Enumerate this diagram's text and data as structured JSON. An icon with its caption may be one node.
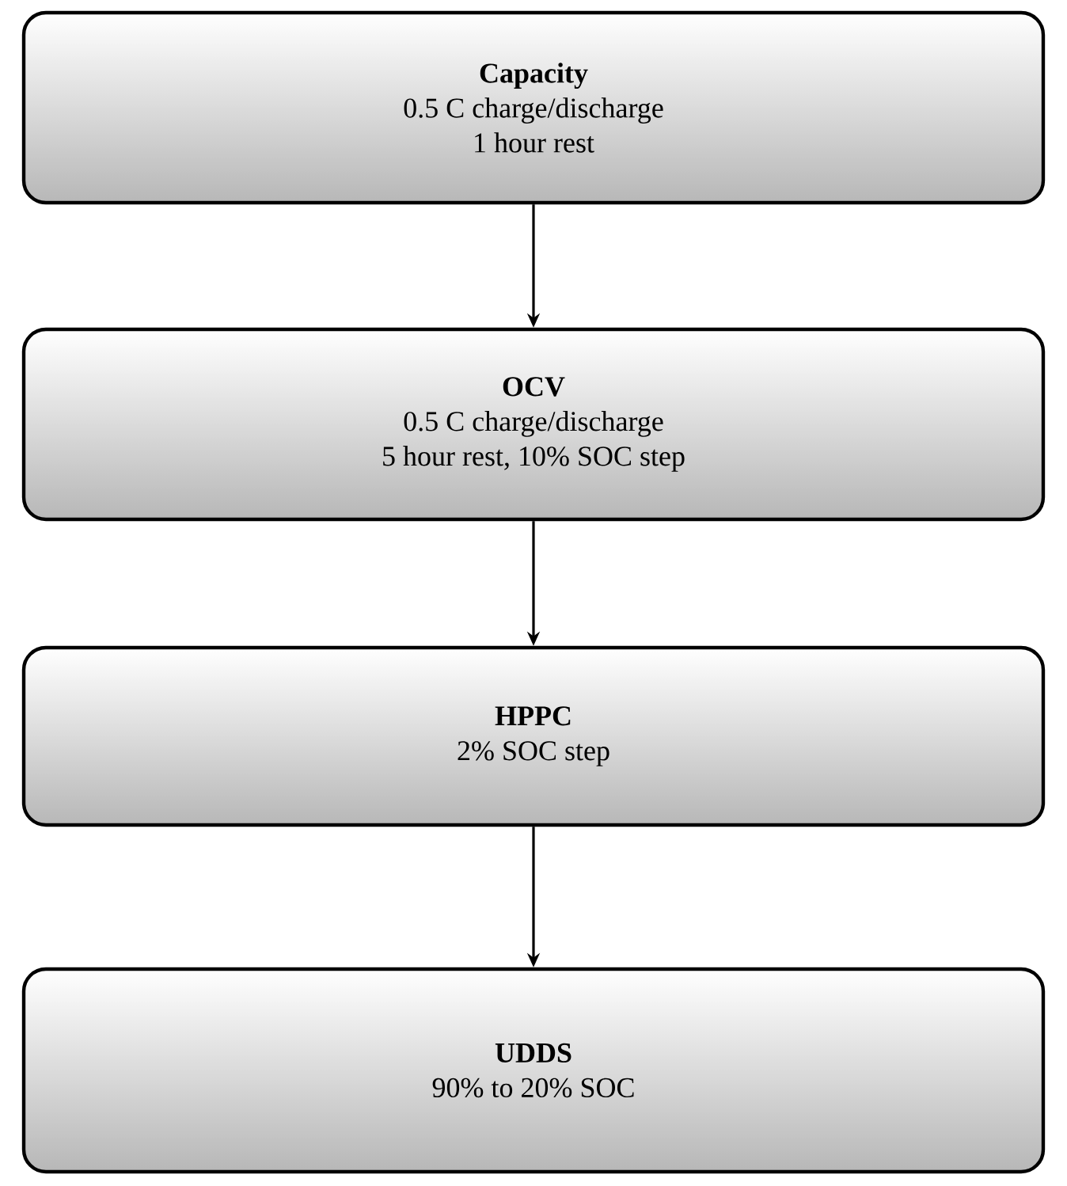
{
  "diagram": {
    "nodes": [
      {
        "text": [
          "Capacity",
          "0.5 C charge/discharge",
          "1 hour rest"
        ]
      },
      {
        "text": [
          "OCV",
          "0.5 C charge/discharge",
          "5 hour rest, 10% SOC step"
        ]
      },
      {
        "text": [
          "HPPC",
          "2% SOC step"
        ]
      },
      {
        "text": [
          "UDDS",
          "90% to 20% SOC"
        ]
      }
    ],
    "edges": [
      {
        "from": 0,
        "to": 1,
        "arrow": "to"
      },
      {
        "from": 1,
        "to": 2,
        "arrow": "to"
      },
      {
        "from": 2,
        "to": 3,
        "arrow": "to"
      }
    ]
  }
}
